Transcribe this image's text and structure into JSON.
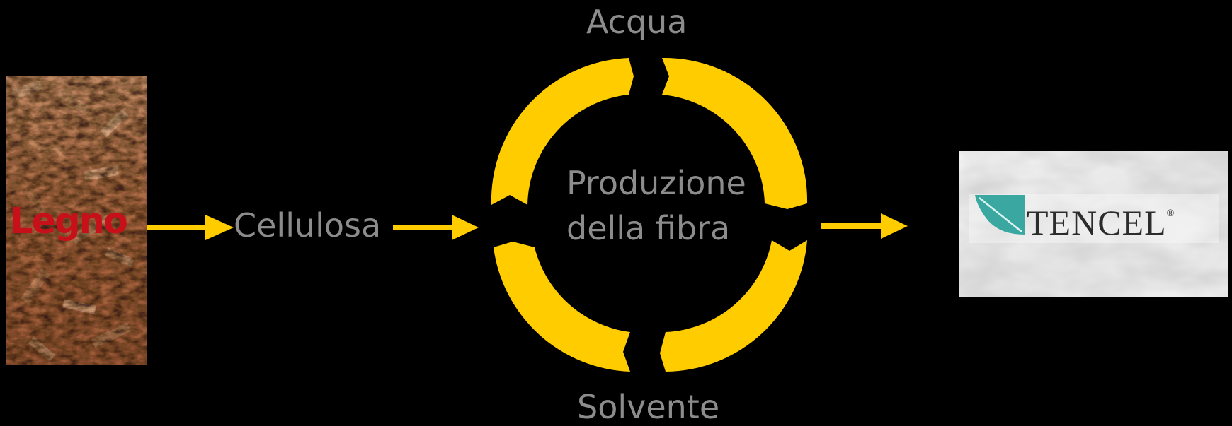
{
  "source_label": "Legno",
  "steps": {
    "cellulose": "Cellulosa",
    "water": "Acqua",
    "solvent": "Solvente",
    "center_line1": "Produzione",
    "center_line2": "della fibra"
  },
  "brand": {
    "name": "TENCEL",
    "registered": "®"
  },
  "colors": {
    "background": "#000000",
    "arrow": "#ffcc00",
    "label": "#8c8c8c",
    "source_label": "#c8101a",
    "brand_leaf": "#3aa8a0"
  }
}
